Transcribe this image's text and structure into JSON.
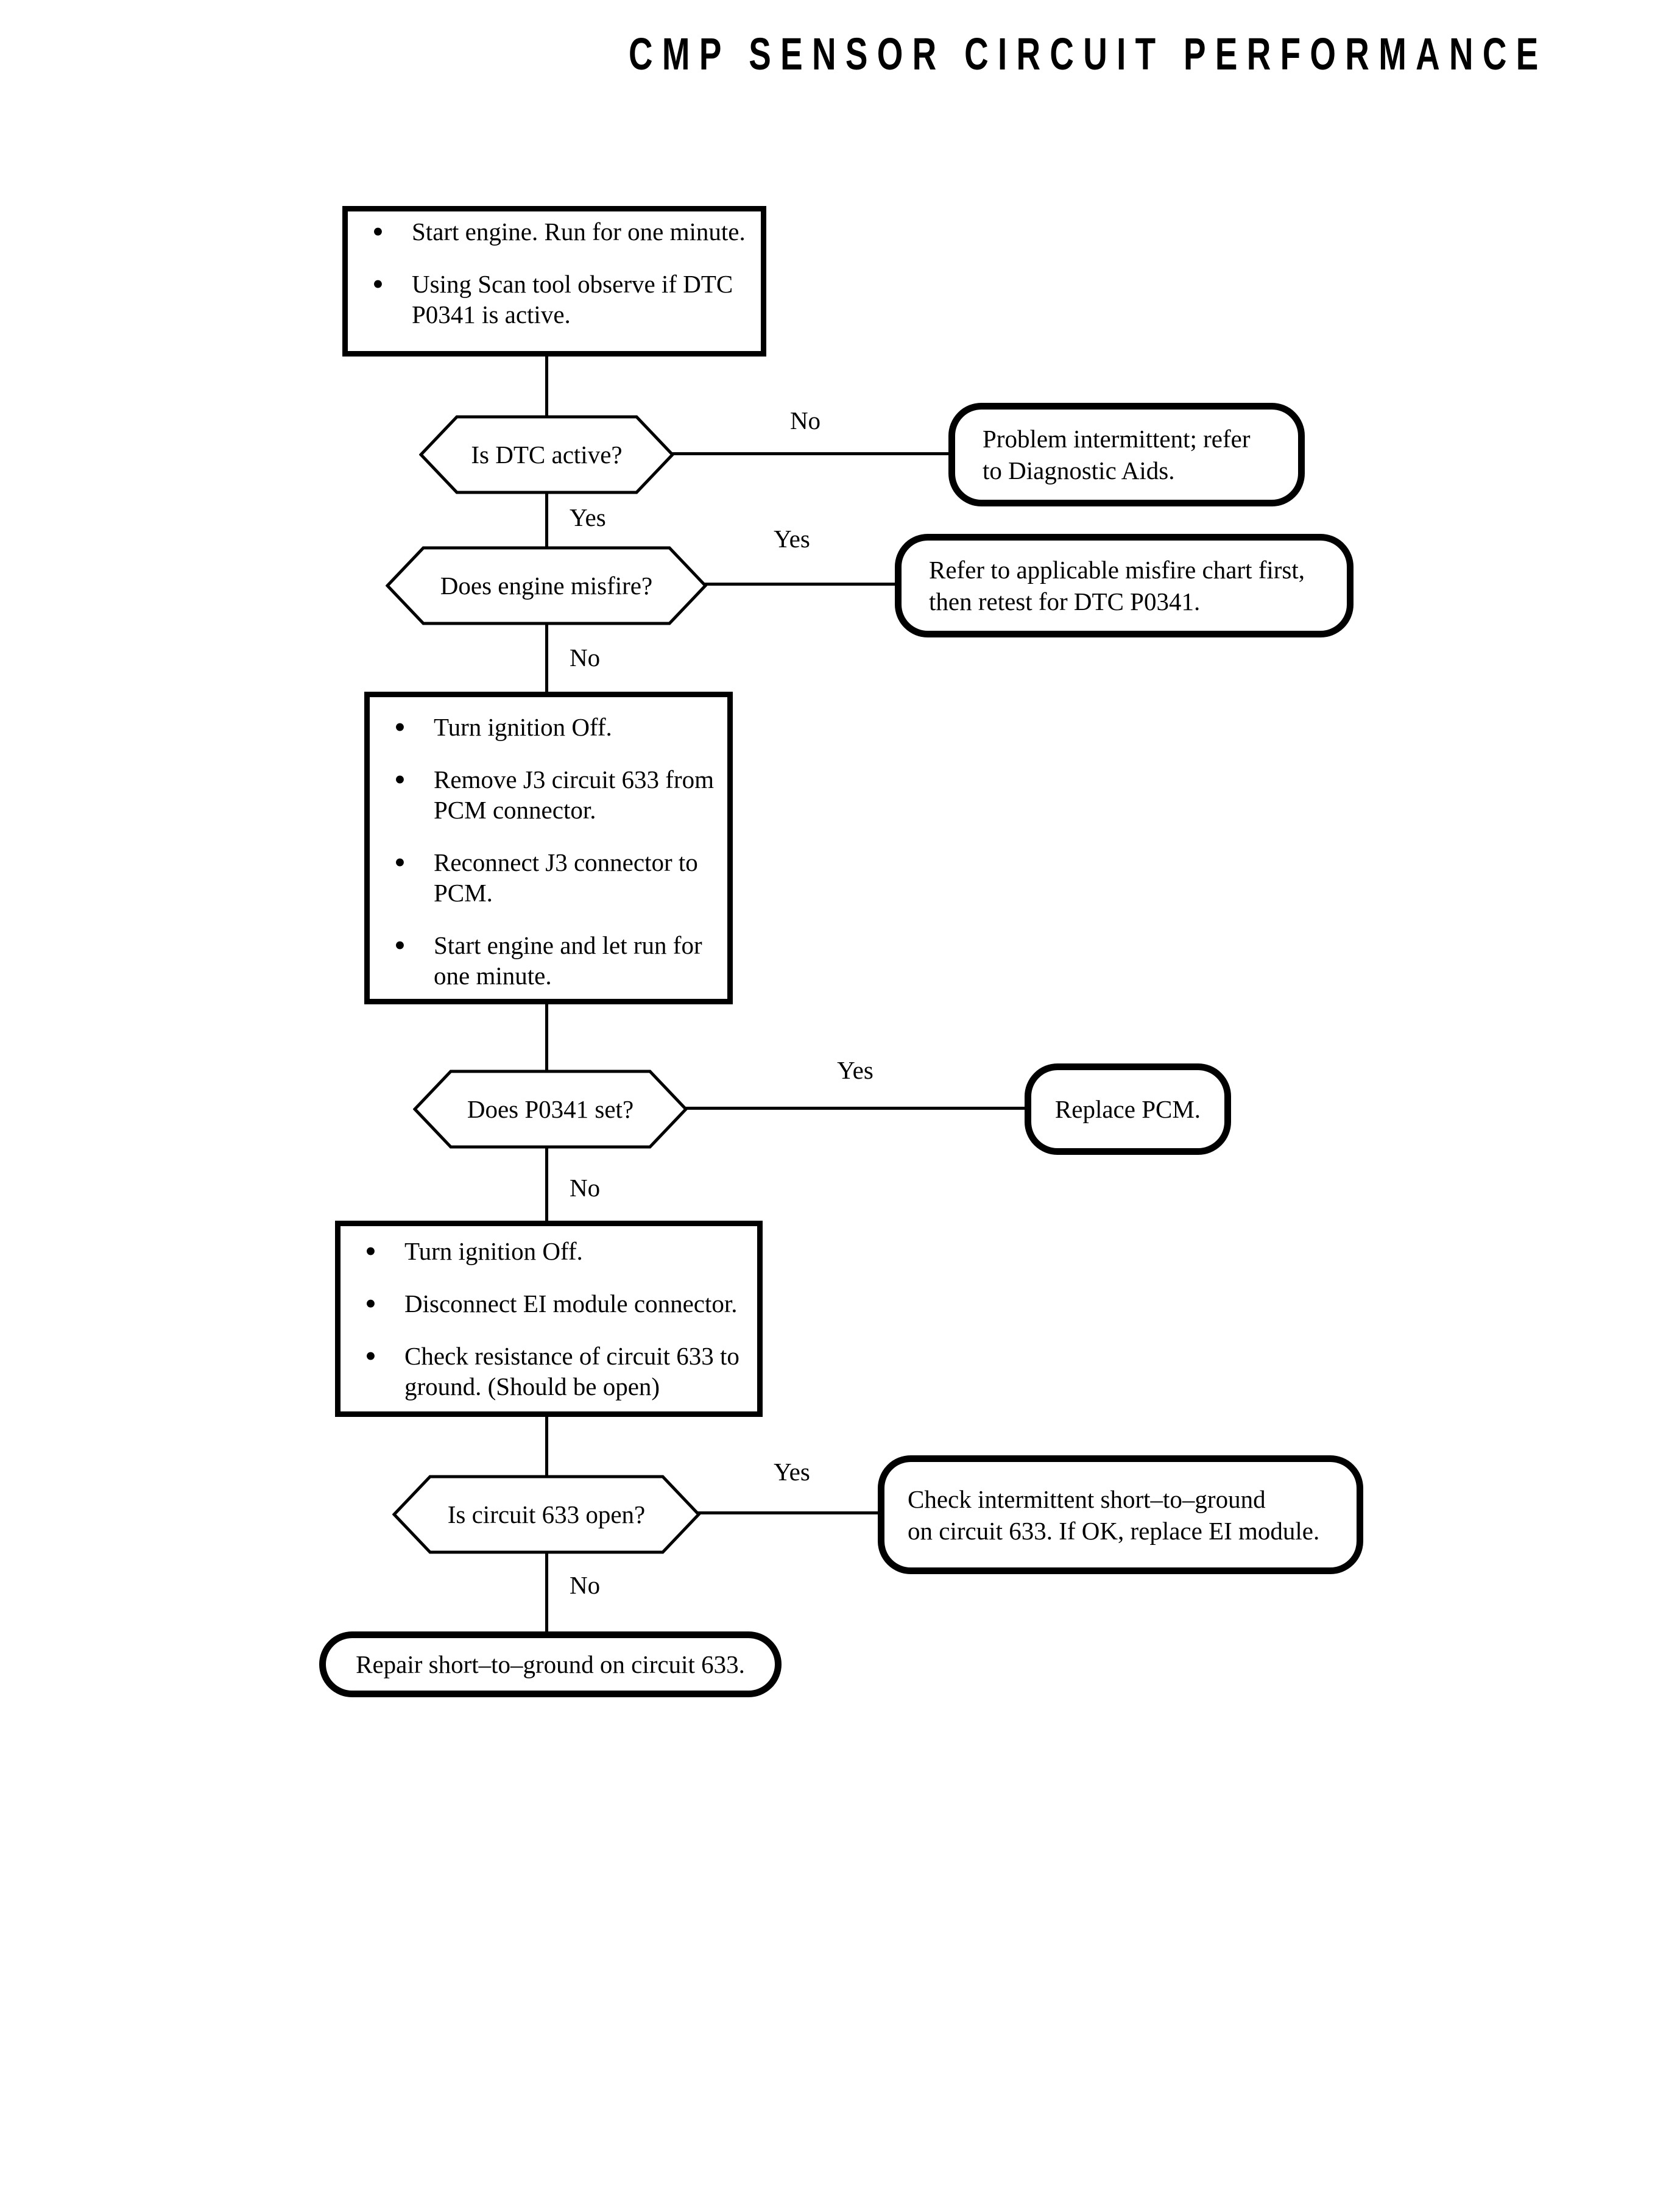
{
  "title": "CMP SENSOR CIRCUIT PERFORMANCE",
  "branch_labels": {
    "yes": "Yes",
    "no": "No"
  },
  "flow": {
    "box1": {
      "items": [
        {
          "lines": [
            "Start engine. Run for one minute."
          ]
        },
        {
          "lines": [
            "Using Scan tool observe if DTC",
            "P0341 is active."
          ]
        }
      ]
    },
    "hex1": {
      "question": "Is DTC active?"
    },
    "rbox1": {
      "lines": [
        "Problem intermittent; refer",
        "to Diagnostic Aids."
      ]
    },
    "hex2": {
      "question": "Does engine misfire?"
    },
    "rbox2": {
      "lines": [
        "Refer to applicable misfire chart first,",
        "then retest for DTC P0341."
      ]
    },
    "box2": {
      "items": [
        {
          "lines": [
            "Turn ignition Off."
          ]
        },
        {
          "lines": [
            "Remove J3 circuit 633 from",
            "PCM connector."
          ]
        },
        {
          "lines": [
            "Reconnect J3 connector to",
            "PCM."
          ]
        },
        {
          "lines": [
            "Start engine and let run for",
            "one minute."
          ]
        }
      ]
    },
    "hex3": {
      "question": "Does P0341 set?"
    },
    "rbox3": {
      "lines": [
        "Replace PCM."
      ]
    },
    "box3": {
      "items": [
        {
          "lines": [
            "Turn ignition Off."
          ]
        },
        {
          "lines": [
            "Disconnect EI module connector."
          ]
        },
        {
          "lines": [
            "Check resistance of circuit 633 to",
            "ground. (Should be open)"
          ]
        }
      ]
    },
    "hex4": {
      "question": "Is circuit 633 open?"
    },
    "rbox4": {
      "lines": [
        "Check intermittent short–to–ground",
        "on circuit 633. If OK, replace EI module."
      ]
    },
    "final": {
      "lines": [
        "Repair short–to–ground on circuit 633."
      ]
    }
  }
}
